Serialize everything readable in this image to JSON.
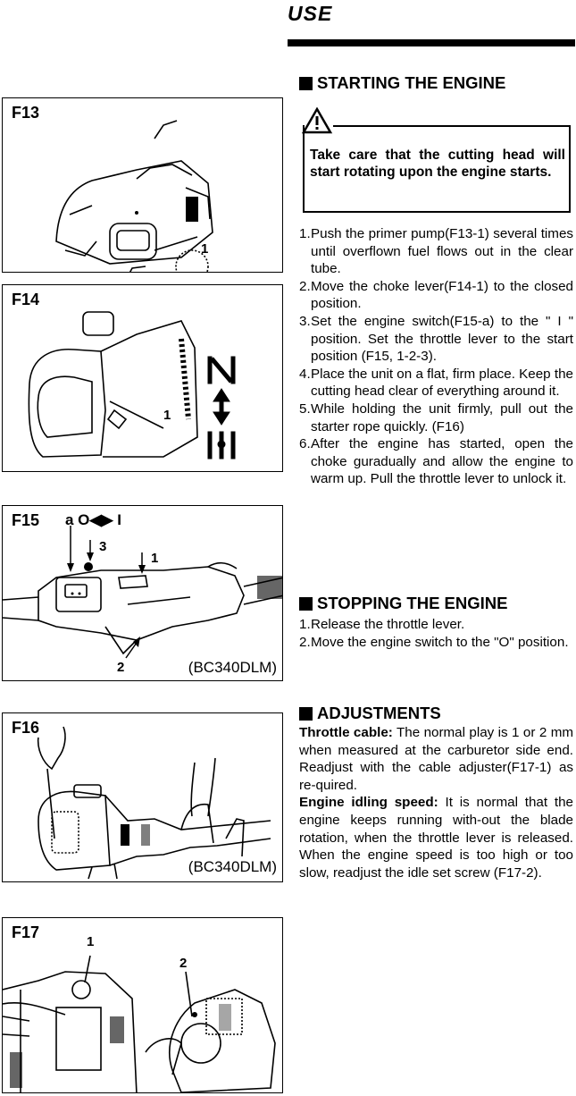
{
  "header": {
    "title": "USE"
  },
  "figures": {
    "f13": {
      "label": "F13",
      "callout1": "1"
    },
    "f14": {
      "label": "F14",
      "callout1": "1"
    },
    "f15": {
      "label": "F15",
      "symbols": "a  O◀▶ I",
      "callout1": "1",
      "callout2": "2",
      "callout3": "3",
      "model": "(BC340DLM)"
    },
    "f16": {
      "label": "F16",
      "model": "(BC340DLM)"
    },
    "f17": {
      "label": "F17",
      "callout1": "1",
      "callout2": "2"
    }
  },
  "starting": {
    "heading": "STARTING THE ENGINE",
    "warning": "Take care that the cutting head will start rotating upon the engine starts.",
    "steps": [
      {
        "num": "1.",
        "text": "Push the primer pump(F13-1) several times until overflown fuel flows out in the clear tube."
      },
      {
        "num": "2.",
        "text": "Move the choke lever(F14-1) to the closed position."
      },
      {
        "num": "3.",
        "text": "Set the engine switch(F15-a) to the \" I \" position. Set the throttle lever to the start position (F15, 1-2-3)."
      },
      {
        "num": "4.",
        "text": "Place the unit on a flat, firm place. Keep the cutting head clear of everything around it."
      },
      {
        "num": "5.",
        "text": "While holding the unit firmly, pull out the starter rope quickly. (F16)"
      },
      {
        "num": "6.",
        "text": "After the engine has started, open the choke guradually and allow the engine to warm up. Pull the throttle lever to unlock it."
      }
    ]
  },
  "stopping": {
    "heading": "STOPPING THE ENGINE",
    "steps": [
      {
        "num": "1.",
        "text": "Release the throttle lever."
      },
      {
        "num": "2.",
        "text": "Move the engine switch to the \"O\" position."
      }
    ]
  },
  "adjustments": {
    "heading": "ADJUSTMENTS",
    "throttle_label": "Throttle cable:",
    "throttle_text": " The normal play is 1 or 2 mm when measured at the carburetor side end. Readjust with the cable adjuster(F17-1) as re-quired.",
    "idle_label": "Engine idling speed:",
    "idle_text": " It is normal that the engine keeps running with-out the blade rotation, when the throttle lever is released. When the engine speed is too high or too slow, readjust the idle set screw (F17-2)."
  }
}
